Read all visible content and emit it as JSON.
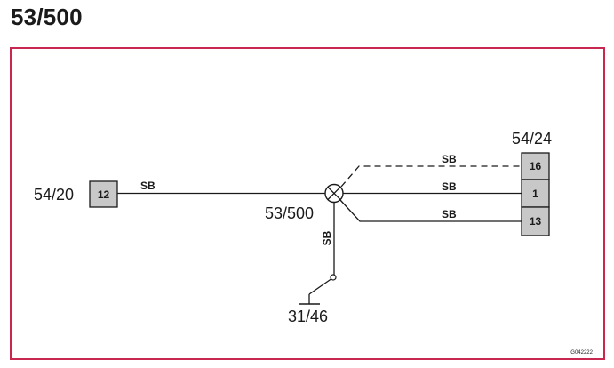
{
  "title": "53/500",
  "diagram": {
    "left_connector": {
      "label": "54/20",
      "pin": "12"
    },
    "splice": {
      "label": "53/500"
    },
    "right_connector": {
      "label": "54/24",
      "pins": [
        "16",
        "1",
        "13"
      ]
    },
    "ground": {
      "label": "31/46"
    },
    "wires": {
      "left": "SB",
      "to_pin_16": "SB",
      "to_pin_1": "SB",
      "to_pin_13": "SB",
      "to_ground": "SB"
    },
    "reference_code": "G042222"
  },
  "colors": {
    "frame_border": "#c8284f",
    "pin_fill": "#c8c8c8",
    "line": "#1a1a1a"
  }
}
